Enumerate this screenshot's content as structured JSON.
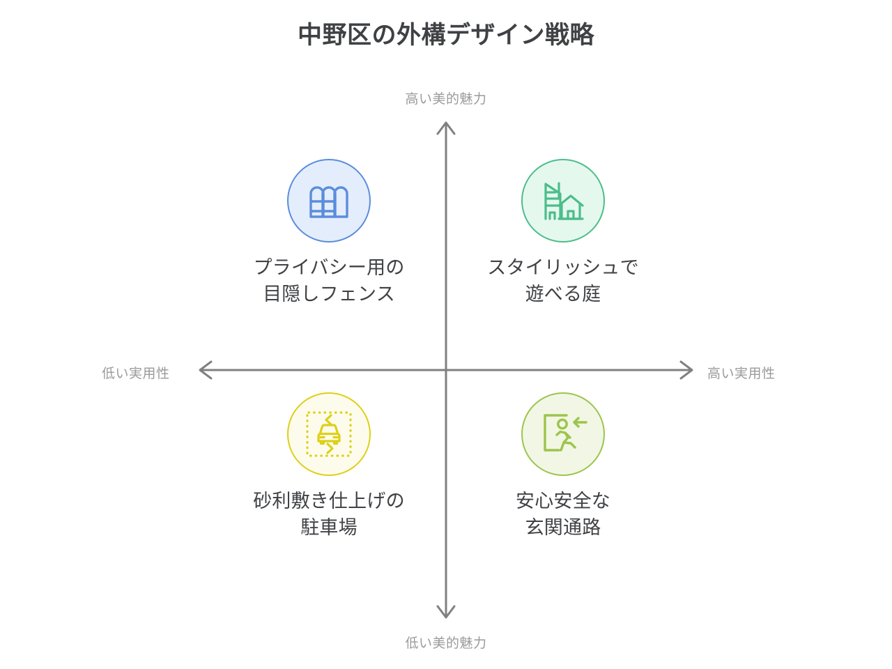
{
  "page": {
    "background_color": "#ffffff",
    "title": "中野区の外構デザイン戦略",
    "title_color": "#3f4144"
  },
  "axes": {
    "line_color": "#808080",
    "label_color": "#9a9a9a",
    "top_label": "高い美的魅力",
    "bottom_label": "低い美的魅力",
    "left_label": "低い実用性",
    "right_label": "高い実用性"
  },
  "quadrants": [
    {
      "position": "top-left",
      "label": "プライバシー用の\n目隠しフェンス",
      "icon": "fence-icon",
      "stroke_color": "#5b8ddb",
      "fill_color": "#e4edfc"
    },
    {
      "position": "top-right",
      "label": "スタイリッシュで\n遊べる庭",
      "icon": "buildings-icon",
      "stroke_color": "#4cbd8a",
      "fill_color": "#e5f8ee"
    },
    {
      "position": "bottom-left",
      "label": "砂利敷き仕上げの\n駐車場",
      "icon": "parking-car-icon",
      "stroke_color": "#ddd018",
      "fill_color": "#fdfcec"
    },
    {
      "position": "bottom-right",
      "label": "安心安全な\n玄関通路",
      "icon": "exit-running-person-icon",
      "stroke_color": "#9dc44d",
      "fill_color": "#f1f7e4"
    }
  ],
  "chart_data": {
    "type": "scatter",
    "title": "中野区の外構デザイン戦略",
    "xlabel": "実用性",
    "ylabel": "美的魅力",
    "x_axis": {
      "low": "低い実用性",
      "high": "高い実用性"
    },
    "y_axis": {
      "low": "低い美的魅力",
      "high": "高い美的魅力"
    },
    "grid": false,
    "legend": "none",
    "points": [
      {
        "label": "プライバシー用の目隠しフェンス",
        "quadrant": "top-left",
        "aesthetic": "high",
        "practicality": "low",
        "color": "#5b8ddb"
      },
      {
        "label": "スタイリッシュで遊べる庭",
        "quadrant": "top-right",
        "aesthetic": "high",
        "practicality": "high",
        "color": "#4cbd8a"
      },
      {
        "label": "砂利敷き仕上げの駐車場",
        "quadrant": "bottom-left",
        "aesthetic": "low",
        "practicality": "low",
        "color": "#ddd018"
      },
      {
        "label": "安心安全な玄関通路",
        "quadrant": "bottom-right",
        "aesthetic": "low",
        "practicality": "high",
        "color": "#9dc44d"
      }
    ]
  }
}
